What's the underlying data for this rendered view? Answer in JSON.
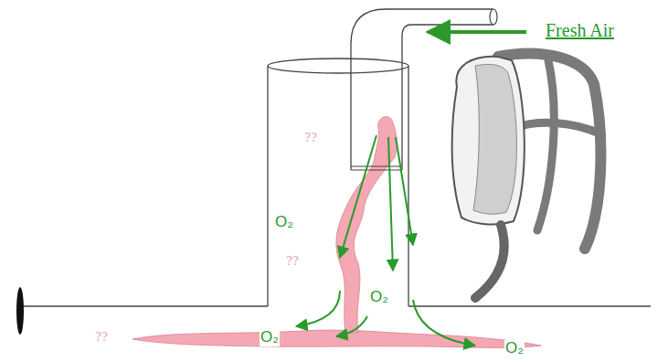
{
  "diagram": {
    "labels": [
      "Fresh Air",
      "??",
      "O₂",
      "??",
      "O₂",
      "O₂",
      "??",
      "O₂"
    ]
  }
}
